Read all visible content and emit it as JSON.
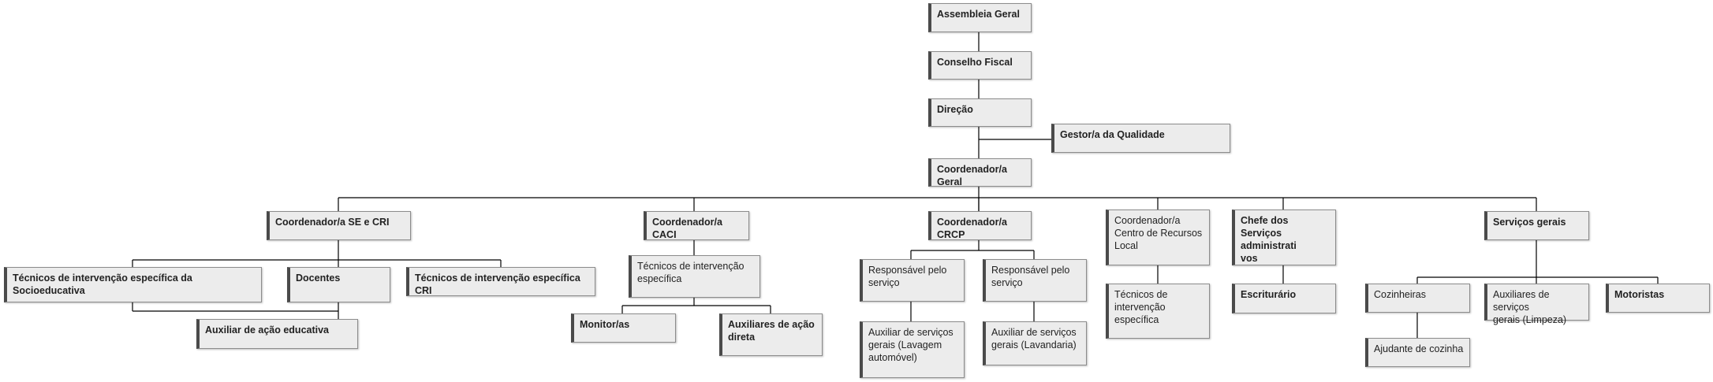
{
  "nodes": {
    "assembleia": "Assembleia Geral",
    "conselho": "Conselho Fiscal",
    "direcao": "Direção",
    "gestor": "Gestor/a da Qualidade",
    "coord_geral": "Coordenador/a Geral",
    "coord_se": "Coordenador/a SE e CRI",
    "coord_caci": "Coordenador/a CACI",
    "coord_crcp": "Coordenador/a CRCP",
    "coord_crl": "Coordenador/a\nCentro de Recursos\nLocal",
    "chefe_sa": "Chefe dos\nServiços administrati\nvos",
    "servicos_gerais": "Serviços gerais",
    "tec_socio": "Técnicos de intervenção específica da Socioeducativa",
    "docentes": "Docentes",
    "tec_cri": "Técnicos de intervenção específica CRI",
    "aux_acao_educ": "Auxiliar de ação educativa",
    "tec_caci": "Técnicos de intervenção\nespecífica",
    "monitores": "Monitor/as",
    "aux_acao_direta": "Auxiliares de ação\ndireta",
    "resp_servico_1": "Responsável pelo\nserviço",
    "resp_servico_2": "Responsável pelo\nserviço",
    "aux_lavagem": "Auxiliar de serviços\ngerais (Lavagem\nautomóvel)",
    "aux_lavandaria": "Auxiliar de serviços\ngerais (Lavandaria)",
    "tec_crl": "Técnicos de\nintervenção\nespecífica",
    "escriturario": "Escriturário",
    "cozinheiras": "Cozinheiras",
    "ajudante": "Ajudante de cozinha",
    "aux_limpeza": "Auxiliares de serviços\ngerais (Limpeza)",
    "motoristas": "Motoristas"
  }
}
